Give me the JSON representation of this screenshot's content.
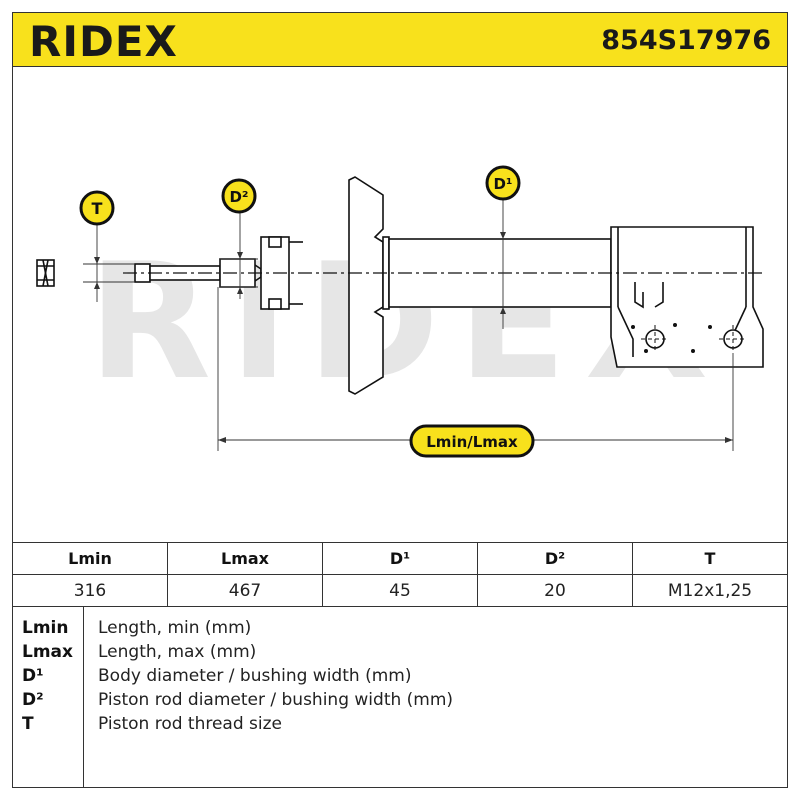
{
  "header": {
    "brand": "RIDEX",
    "part_number": "854S17976"
  },
  "drawing": {
    "watermark": "RIDEX",
    "callouts": {
      "t": "T",
      "d2": "D²",
      "d1": "D¹",
      "length": "Lmin/Lmax"
    },
    "colors": {
      "callout_fill": "#f8e11c",
      "callout_ring": "#111111",
      "watermark": "#e3e3e3"
    }
  },
  "specs": {
    "headers": [
      "Lmin",
      "Lmax",
      "D¹",
      "D²",
      "T"
    ],
    "values": [
      "316",
      "467",
      "45",
      "20",
      "M12x1,25"
    ]
  },
  "legend": [
    {
      "key": "Lmin",
      "desc": "Length, min (mm)"
    },
    {
      "key": "Lmax",
      "desc": "Length, max (mm)"
    },
    {
      "key": "D¹",
      "desc": "Body diameter / bushing width (mm)"
    },
    {
      "key": "D²",
      "desc": "Piston rod diameter / bushing width (mm)"
    },
    {
      "key": "T",
      "desc": "Piston rod thread size"
    }
  ]
}
